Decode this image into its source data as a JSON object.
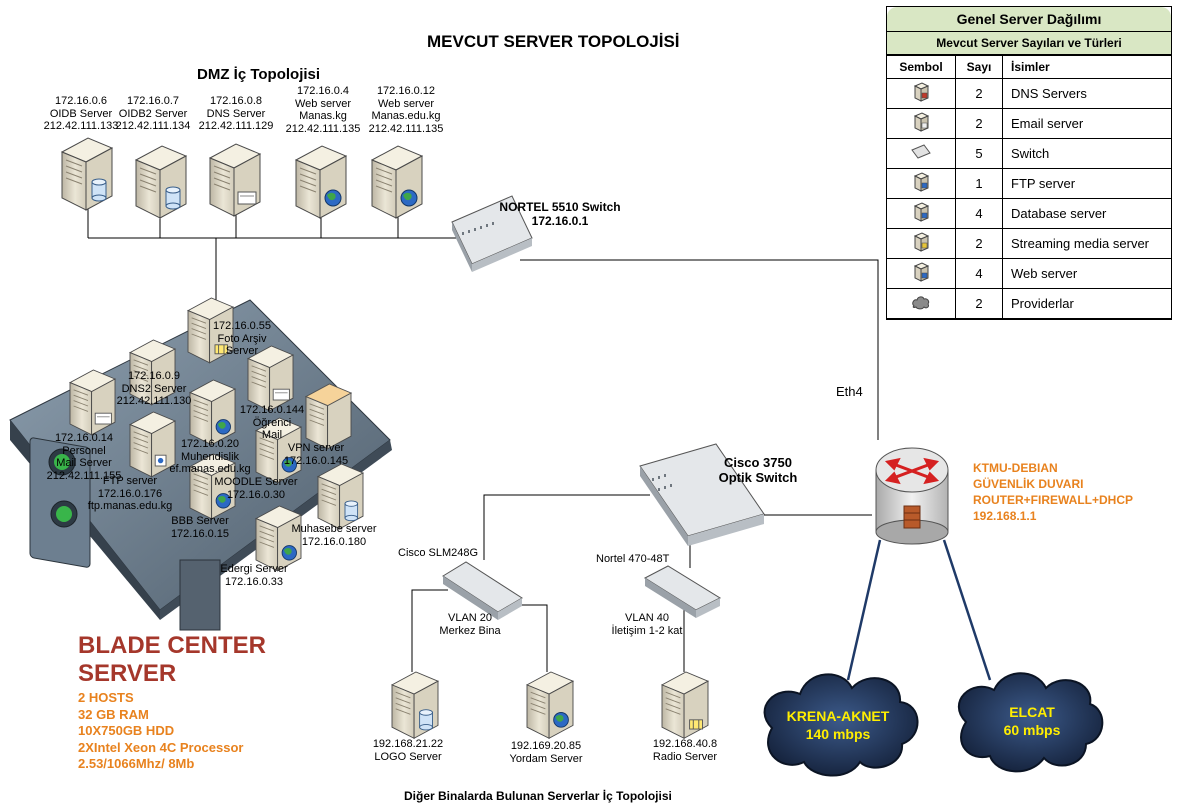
{
  "title": "MEVCUT SERVER TOPOLOJİSİ",
  "dmz_title": "DMZ İç Topolojisi",
  "footer_title": "Diğer Binalarda Bulunan Serverlar İç Topolojisi",
  "eth_label": "Eth4",
  "dmz_servers": [
    {
      "lines": [
        "172.16.0.6",
        "OIDB Server",
        "212.42.111.133"
      ],
      "badge": "database"
    },
    {
      "lines": [
        "172.16.0.7",
        "OIDB2 Server",
        "212.42.111.134"
      ],
      "badge": "database"
    },
    {
      "lines": [
        "172.16.0.8",
        "DNS Server",
        "212.42.111.129"
      ],
      "badge": "doc"
    },
    {
      "lines": [
        "172.16.0.4",
        "Web server",
        "Manas.kg",
        "212.42.111.135"
      ],
      "badge": "globe"
    },
    {
      "lines": [
        "172.16.0.12",
        "Web server",
        "Manas.edu.kg",
        "212.42.111.135"
      ],
      "badge": "globe"
    }
  ],
  "nortel_switch": {
    "name": "NORTEL 5510 Switch",
    "ip": "172.16.0.1"
  },
  "cisco_switch": {
    "name": "Cisco 3750",
    "sub": "Optik Switch"
  },
  "cisco_slm": {
    "name": "Cisco SLM248G"
  },
  "nortel_470": {
    "name": "Nortel 470-48T"
  },
  "vlan20": [
    "VLAN 20",
    "Merkez Bina"
  ],
  "vlan40": [
    "VLAN 40",
    "İletişim 1-2 kat"
  ],
  "router": {
    "lines": [
      "KTMU-DEBIAN",
      "GÜVENLİK DUVARI",
      "ROUTER+FIREWALL+DHCP",
      "192.168.1.1"
    ],
    "color": "#e8821e"
  },
  "providers": [
    {
      "name": "KRENA-AKNET",
      "speed": "140 mbps"
    },
    {
      "name": "ELCAT",
      "speed": "60 mbps"
    }
  ],
  "blade_labels": [
    {
      "lines": [
        "172.16.0.55",
        "Foto Arşiv",
        "Server"
      ]
    },
    {
      "lines": [
        "172.16.0.9",
        "DNS2 Server",
        "212.42.111.130"
      ]
    },
    {
      "lines": [
        "172.16.0.144",
        "Öğrenci",
        "Mail"
      ]
    },
    {
      "lines": [
        "172.16.0.14",
        "Personel",
        "Mail Server",
        "212.42.111.155"
      ]
    },
    {
      "lines": [
        "172.16.0.20",
        "Muhendislik",
        "ef.manas.edu.kg"
      ]
    },
    {
      "lines": [
        "VPN server",
        "172.16.0.145"
      ]
    },
    {
      "lines": [
        "FTP server",
        "172.16.0.176",
        "ftp.manas.edu.kg"
      ]
    },
    {
      "lines": [
        "MOODLE Server",
        "172.16.0.30"
      ]
    },
    {
      "lines": [
        "BBB Server",
        "172.16.0.15"
      ]
    },
    {
      "lines": [
        "Muhasebe server",
        "172.16.0.180"
      ]
    },
    {
      "lines": [
        "Edergi Server",
        "172.16.0.33"
      ]
    }
  ],
  "blade_center": {
    "title_lines": [
      "BLADE CENTER",
      "SERVER"
    ],
    "title_color": "#a5372b",
    "specs": [
      "2 HOSTS",
      "32 GB RAM",
      "10X750GB HDD",
      "2XIntel  Xeon  4C  Processor",
      "2.53/1066Mhz/ 8Mb"
    ],
    "spec_color": "#e8821e"
  },
  "bottom_servers": [
    {
      "lines": [
        "192.168.21.22",
        "LOGO Server"
      ],
      "badge": "database"
    },
    {
      "lines": [
        "192.169.20.85",
        "Yordam Server"
      ],
      "badge": "globe"
    },
    {
      "lines": [
        "192.168.40.8",
        "Radio Server"
      ],
      "badge": "media"
    }
  ],
  "legend": {
    "title": "Genel Server Dağılımı",
    "subtitle": "Mevcut Server Sayıları ve Türleri",
    "headers": [
      "Sembol",
      "Sayı",
      "İsimler"
    ],
    "rows": [
      {
        "icon": "dns-server-icon",
        "count": "2",
        "name": "DNS Servers"
      },
      {
        "icon": "email-server-icon",
        "count": "2",
        "name": "Email server"
      },
      {
        "icon": "switch-icon",
        "count": "5",
        "name": "Switch"
      },
      {
        "icon": "ftp-server-icon",
        "count": "1",
        "name": "FTP server"
      },
      {
        "icon": "database-server-icon",
        "count": "4",
        "name": "Database server"
      },
      {
        "icon": "streaming-server-icon",
        "count": "2",
        "name": "Streaming media server"
      },
      {
        "icon": "web-server-icon",
        "count": "4",
        "name": "Web server"
      },
      {
        "icon": "cloud-icon",
        "count": "2",
        "name": "Providerlar"
      }
    ]
  }
}
